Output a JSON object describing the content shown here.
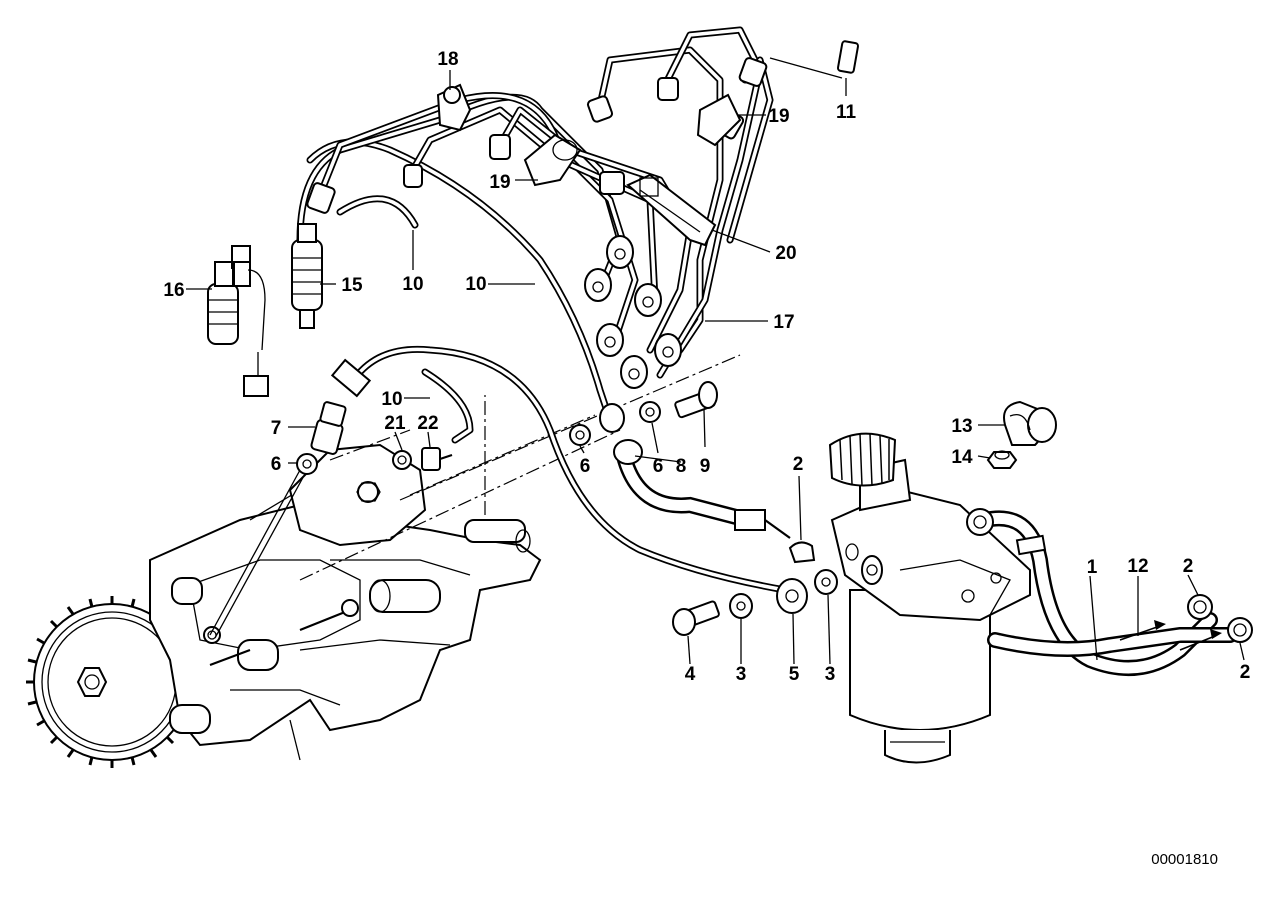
{
  "diagram": {
    "reference_number": "00001810",
    "callouts": [
      {
        "id": "c1",
        "label": "1"
      },
      {
        "id": "c2a",
        "label": "2"
      },
      {
        "id": "c2b",
        "label": "2"
      },
      {
        "id": "c2c",
        "label": "2"
      },
      {
        "id": "c3a",
        "label": "3"
      },
      {
        "id": "c3b",
        "label": "3"
      },
      {
        "id": "c4",
        "label": "4"
      },
      {
        "id": "c5",
        "label": "5"
      },
      {
        "id": "c6a",
        "label": "6"
      },
      {
        "id": "c6b",
        "label": "6"
      },
      {
        "id": "c6c",
        "label": "6"
      },
      {
        "id": "c7",
        "label": "7"
      },
      {
        "id": "c8",
        "label": "8"
      },
      {
        "id": "c9",
        "label": "9"
      },
      {
        "id": "c10a",
        "label": "10"
      },
      {
        "id": "c10b",
        "label": "10"
      },
      {
        "id": "c10c",
        "label": "10"
      },
      {
        "id": "c11",
        "label": "11"
      },
      {
        "id": "c12",
        "label": "12"
      },
      {
        "id": "c13",
        "label": "13"
      },
      {
        "id": "c14",
        "label": "14"
      },
      {
        "id": "c15",
        "label": "15"
      },
      {
        "id": "c16",
        "label": "16"
      },
      {
        "id": "c17",
        "label": "17"
      },
      {
        "id": "c18",
        "label": "18"
      },
      {
        "id": "c19a",
        "label": "19"
      },
      {
        "id": "c19b",
        "label": "19"
      },
      {
        "id": "c20",
        "label": "20"
      },
      {
        "id": "c21",
        "label": "21"
      },
      {
        "id": "c22",
        "label": "22"
      }
    ]
  }
}
